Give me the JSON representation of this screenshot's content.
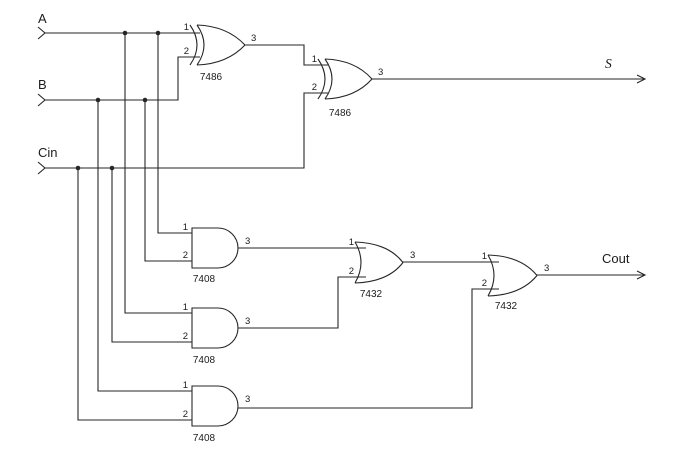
{
  "diagram": {
    "inputs": [
      {
        "id": "a",
        "label": "A"
      },
      {
        "id": "b",
        "label": "B"
      },
      {
        "id": "cin",
        "label": "Cin"
      }
    ],
    "outputs": [
      {
        "id": "s",
        "label": "S"
      },
      {
        "id": "cout",
        "label": "Cout"
      }
    ],
    "gates": [
      {
        "id": "xor1",
        "type": "xor",
        "chip": "7486",
        "pins": {
          "in1": "1",
          "in2": "2",
          "out": "3"
        }
      },
      {
        "id": "xor2",
        "type": "xor",
        "chip": "7486",
        "pins": {
          "in1": "1",
          "in2": "2",
          "out": "3"
        }
      },
      {
        "id": "and1",
        "type": "and",
        "chip": "7408",
        "pins": {
          "in1": "1",
          "in2": "2",
          "out": "3"
        }
      },
      {
        "id": "and2",
        "type": "and",
        "chip": "7408",
        "pins": {
          "in1": "1",
          "in2": "2",
          "out": "3"
        }
      },
      {
        "id": "and3",
        "type": "and",
        "chip": "7408",
        "pins": {
          "in1": "1",
          "in2": "2",
          "out": "3"
        }
      },
      {
        "id": "or1",
        "type": "or",
        "chip": "7432",
        "pins": {
          "in1": "1",
          "in2": "2",
          "out": "3"
        }
      },
      {
        "id": "or2",
        "type": "or",
        "chip": "7432",
        "pins": {
          "in1": "1",
          "in2": "2",
          "out": "3"
        }
      }
    ],
    "colors": {
      "background": "#ffffff",
      "line": "#262626"
    }
  }
}
